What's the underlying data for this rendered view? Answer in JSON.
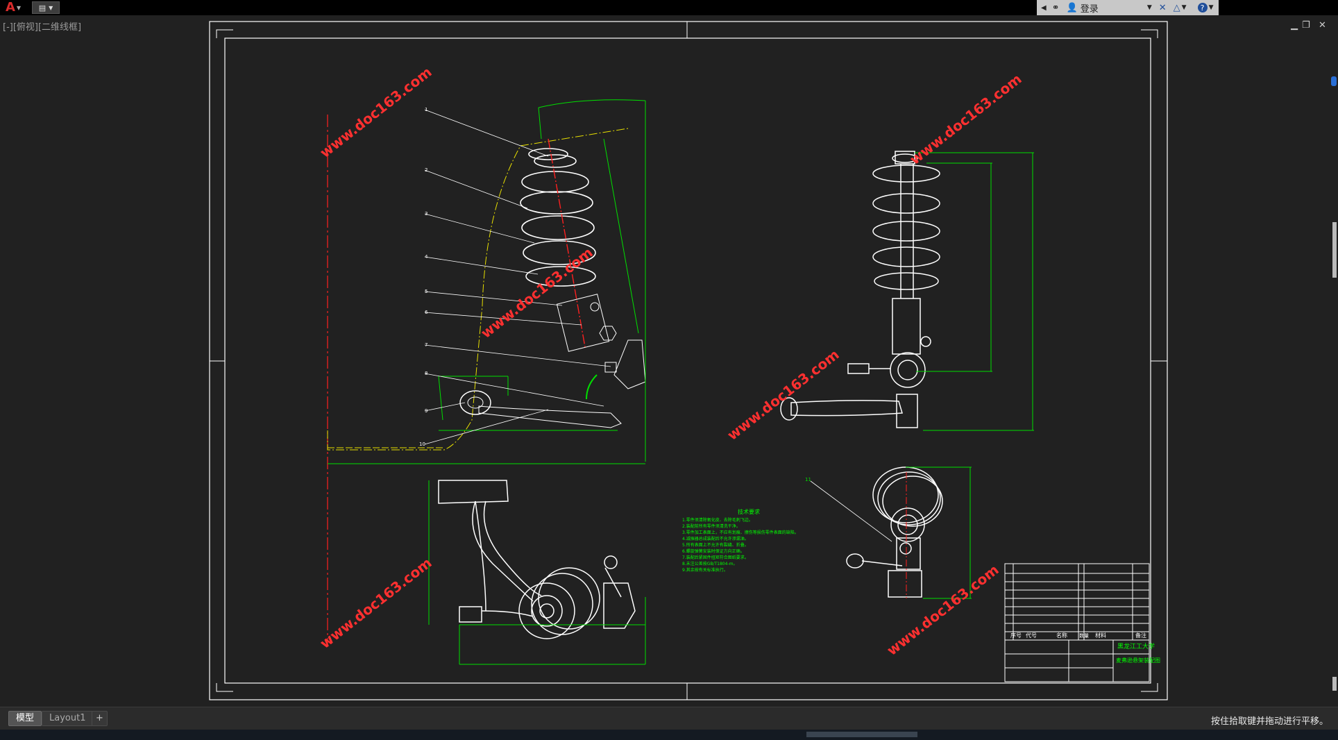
{
  "app": {
    "logo_icon": "autocad-logo-icon",
    "quick_access_icon": "document-icon"
  },
  "signin": {
    "label": "登录",
    "icons": [
      "binoculars-icon",
      "user-icon",
      "exchange-icon",
      "triangle-icon",
      "help-icon"
    ]
  },
  "viewport": {
    "label": "[-][俯视][二维线框]"
  },
  "window_controls": [
    "minimize-icon",
    "restore-icon",
    "close-icon"
  ],
  "watermark": "www.doc163.com",
  "callouts": [
    "1",
    "2",
    "3",
    "4",
    "5",
    "6",
    "7",
    "8",
    "9",
    "10",
    "11"
  ],
  "notes": {
    "title": "技术要求",
    "lines": [
      "1.零件须清除氧化皮、去除毛刺飞边。",
      "2.装配前所有零件须清洗干净。",
      "3.零件加工表面上，不应有划痕、擦伤等损伤零件表面的缺陷。",
      "4.减振器总成装配后不允许渗漏油。",
      "5.所有表面上不允许有裂缝、折叠。",
      "6.螺旋弹簧安装时保证方向正确。",
      "7.装配后紧固件扭矩符合图纸要求。",
      "8.未注公差按GB/T1804-m。",
      "9.其余按有关标准执行。"
    ]
  },
  "title_block": {
    "company": "黑龙江工大学",
    "drawing_title": "麦弗逊悬架装配图",
    "headers": [
      "序号",
      "代号",
      "名称",
      "数量",
      "材料",
      "备注"
    ]
  },
  "colors": {
    "frame": "#ffffff",
    "dimension": "#00e000",
    "centerline": "#ff2020",
    "wheel": "#e8e000",
    "watermark": "#ff3030",
    "text_green": "#00ff00"
  },
  "tabs": [
    {
      "label": "模型",
      "active": true
    },
    {
      "label": "Layout1",
      "active": false
    }
  ],
  "status": {
    "message": "按住拾取键并拖动进行平移。"
  }
}
